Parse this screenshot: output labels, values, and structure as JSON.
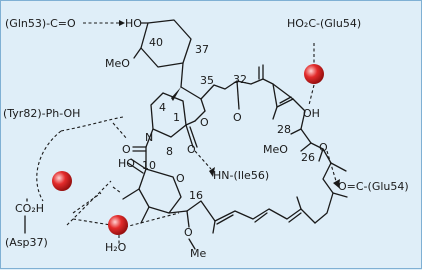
{
  "labels": {
    "gln53": "(Gln53)-C=O",
    "ho_top": "HO",
    "n40": "40",
    "n37": "37",
    "meo_left": "MeO",
    "n35": "35",
    "n32": "32",
    "glu54_top": "HO₂C-(Glu54)",
    "oh_right": "OH",
    "n4": "4",
    "n1": "1",
    "o_ring": "O",
    "o_ketone32": "O",
    "n_atom": "N",
    "n28": "28",
    "tyr82": "(Tyr82)-Ph-OH",
    "o_c8": "O",
    "n8": "8",
    "o_ester": "O",
    "meo_right": "MeO",
    "o_c26": "O",
    "n26": "26",
    "ho_c10": "HO",
    "n10": "10",
    "hn_ile56": "HN-(Ile56)",
    "o_pyran": "O",
    "n16": "16",
    "oc_glu54": "O=C-(Glu54)",
    "co2h": "CO₂H",
    "asp37": "(Asp37)",
    "o_me16": "O",
    "me16": "Me",
    "h2o": "H₂O"
  },
  "colors": {
    "background": "#dfeef8",
    "border": "#7fb0d4",
    "water_sphere": "#e32b2b"
  }
}
